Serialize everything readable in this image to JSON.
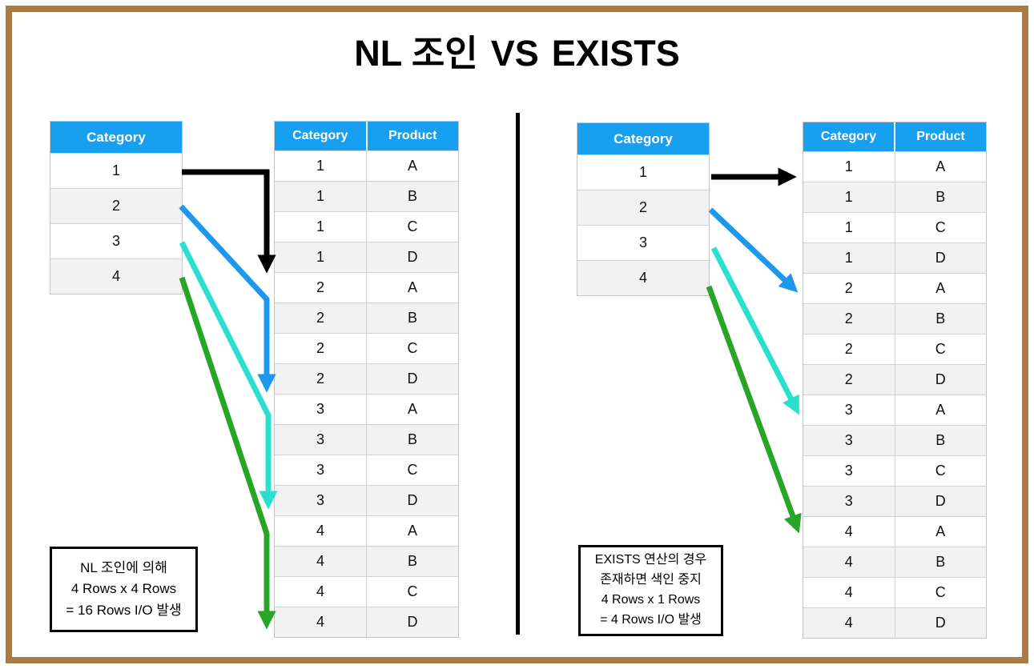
{
  "title": {
    "prefix": "NL 조인",
    "vs": "VS",
    "suffix": "EXISTS"
  },
  "colors": {
    "header_blue": "#18A0F0",
    "row_alt": "#F2F2F2",
    "arrow_black": "#000000",
    "arrow_blue": "#1E97EE",
    "arrow_cyan": "#2BDFCE",
    "arrow_green": "#27A527",
    "frame_brown": "#A97C45"
  },
  "left_panel": {
    "outer_table": {
      "headers": [
        {
          "label": "Category"
        }
      ],
      "rows": [
        {
          "category": "1"
        },
        {
          "category": "2"
        },
        {
          "category": "3"
        },
        {
          "category": "4"
        }
      ]
    },
    "inner_table": {
      "headers": [
        {
          "label": "Category"
        },
        {
          "label": "Product"
        }
      ],
      "rows": [
        {
          "category": "1",
          "product": "A"
        },
        {
          "category": "1",
          "product": "B"
        },
        {
          "category": "1",
          "product": "C"
        },
        {
          "category": "1",
          "product": "D"
        },
        {
          "category": "2",
          "product": "A"
        },
        {
          "category": "2",
          "product": "B"
        },
        {
          "category": "2",
          "product": "C"
        },
        {
          "category": "2",
          "product": "D"
        },
        {
          "category": "3",
          "product": "A"
        },
        {
          "category": "3",
          "product": "B"
        },
        {
          "category": "3",
          "product": "C"
        },
        {
          "category": "3",
          "product": "D"
        },
        {
          "category": "4",
          "product": "A"
        },
        {
          "category": "4",
          "product": "B"
        },
        {
          "category": "4",
          "product": "C"
        },
        {
          "category": "4",
          "product": "D"
        }
      ]
    },
    "note": {
      "lines": [
        {
          "text": "NL 조인에 의해"
        },
        {
          "text": "4 Rows x 4 Rows"
        },
        {
          "text": "= 16 Rows I/O 발생"
        }
      ]
    }
  },
  "right_panel": {
    "outer_table": {
      "headers": [
        {
          "label": "Category"
        }
      ],
      "rows": [
        {
          "category": "1"
        },
        {
          "category": "2"
        },
        {
          "category": "3"
        },
        {
          "category": "4"
        }
      ]
    },
    "inner_table": {
      "headers": [
        {
          "label": "Category"
        },
        {
          "label": "Product"
        }
      ],
      "rows": [
        {
          "category": "1",
          "product": "A"
        },
        {
          "category": "1",
          "product": "B"
        },
        {
          "category": "1",
          "product": "C"
        },
        {
          "category": "1",
          "product": "D"
        },
        {
          "category": "2",
          "product": "A"
        },
        {
          "category": "2",
          "product": "B"
        },
        {
          "category": "2",
          "product": "C"
        },
        {
          "category": "2",
          "product": "D"
        },
        {
          "category": "3",
          "product": "A"
        },
        {
          "category": "3",
          "product": "B"
        },
        {
          "category": "3",
          "product": "C"
        },
        {
          "category": "3",
          "product": "D"
        },
        {
          "category": "4",
          "product": "A"
        },
        {
          "category": "4",
          "product": "B"
        },
        {
          "category": "4",
          "product": "C"
        },
        {
          "category": "4",
          "product": "D"
        }
      ]
    },
    "note": {
      "lines": [
        {
          "text": "EXISTS 연산의 경우"
        },
        {
          "text": "존재하면 색인 중지"
        },
        {
          "text": "4 Rows x 1 Rows"
        },
        {
          "text": "= 4 Rows I/O 발생"
        }
      ]
    }
  }
}
